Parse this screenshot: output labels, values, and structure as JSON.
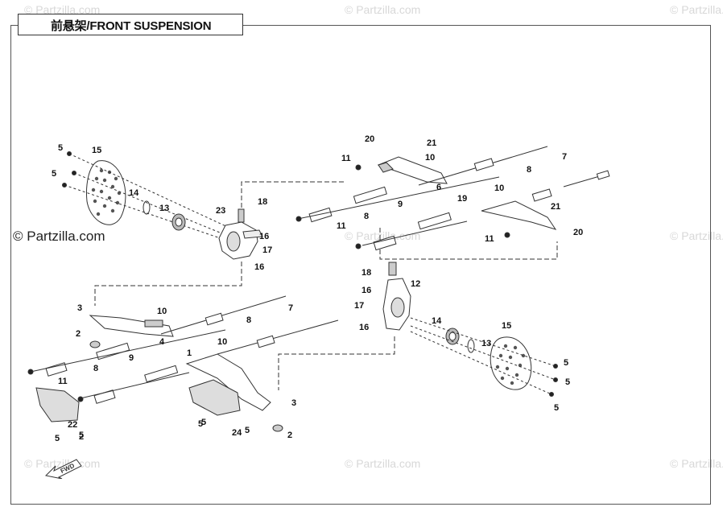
{
  "title": "前悬架/FRONT SUSPENSION",
  "watermark_main": "© Partzilla.com",
  "watermark_faint": "© Partzilla.com",
  "fwd_label": "FWD",
  "colors": {
    "line": "#333333",
    "part_fill": "#ffffff",
    "shade": "#999999",
    "watermark": "#d8d8d8"
  },
  "callouts": [
    "5",
    "15",
    "5",
    "14",
    "13",
    "23",
    "18",
    "16",
    "17",
    "16",
    "20",
    "21",
    "10",
    "11",
    "7",
    "6",
    "8",
    "9",
    "11",
    "8",
    "19",
    "10",
    "21",
    "11",
    "20",
    "18",
    "12",
    "16",
    "17",
    "16",
    "14",
    "13",
    "15",
    "5",
    "5",
    "5",
    "3",
    "10",
    "7",
    "2",
    "4",
    "8",
    "10",
    "9",
    "1",
    "11",
    "8",
    "3",
    "2",
    "22",
    "5",
    "5",
    "5",
    "24",
    "5",
    "5",
    "2"
  ]
}
